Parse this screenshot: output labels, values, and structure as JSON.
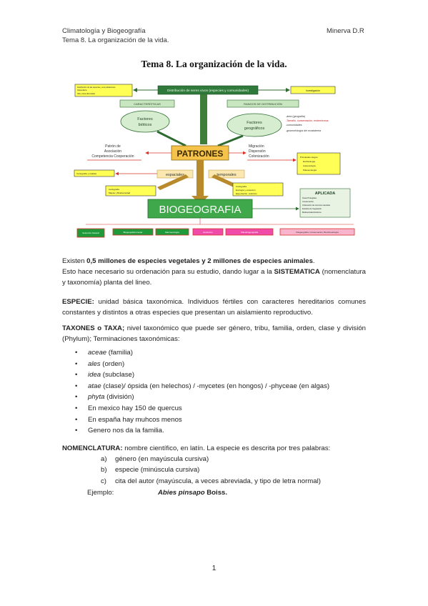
{
  "header": {
    "left_line1": "Climatología y Biogeografía",
    "left_line2": "Tema 8. La organización de la vida.",
    "right": "Minerva D.R"
  },
  "title": "Tema 8. La organización de la vida.",
  "diagram": {
    "top_left_box": [
      "Distribución de las especies y sus poblaciones",
      "Sistemática",
      "Alfa y beta diversidad"
    ],
    "top_center_box": "Distribución de seres vivos (especies y comunidades)",
    "top_right_box": "Investigación",
    "caracteristicas": "CARACTERÍSTICAS",
    "rangos": "RANGOS DE DISTRIBUCIÓN",
    "factores_bioticos": [
      "Factores",
      "bióticos"
    ],
    "factores_geograficos": [
      "Factores",
      "geográficos"
    ],
    "right_notes": [
      "-área (geografía)",
      "-Tamaño, conservación, endemismos",
      "-comunidades",
      "-geomorfología del ecosistema"
    ],
    "patrones": "PATRONES",
    "left_notes": [
      "Patrón de",
      "Asociación",
      "Competencia Cooperación"
    ],
    "migracion": [
      "Migración",
      "Dispersión",
      "Colonización"
    ],
    "yellow_right": [
      "Principales rasgos:",
      "Ecofisiología",
      "Autoecología",
      "Paleoecología"
    ],
    "espaciales": "espaciales",
    "temporales": "temporales",
    "left_small_box": "Cartografía y análisis",
    "left_yellow_sub": [
      "Cartografía",
      "Mapas y Biodiversidad"
    ],
    "right_yellow_sub": [
      "Cartografía",
      "Ecología y evolución",
      "Especiación, extinción"
    ],
    "biogeografia": "BIOGEOGRAFIA",
    "aplicada": {
      "title": "APLICADA",
      "items": [
        "Áreas Protegidas",
        "Conservación",
        "Ordenación de recursos naturales",
        "Estudios de Vegetación",
        "Biodiversidad Histórica"
      ]
    },
    "bottom_boxes": [
      "Selección Natural",
      "Biogeografía Insular",
      "Macroecología",
      "Evolución",
      "Paleobiogeografía",
      "Filogeografía, Conservación, Bioclimatología"
    ]
  },
  "para1": {
    "a": "Existen ",
    "b": "0,5 millones de especies vegetales y 2 millones de especies animales",
    "c": ".",
    "d": "Esto hace necesario su ordenación para su estudio, dando lugar a la ",
    "e": "SISTEMATICA",
    "f": " (nomenclatura y taxonomía) planta del lineo."
  },
  "especie": {
    "label": "ESPECIE:",
    "text": " unidad básica taxonómica. Individuos fértiles con caracteres hereditarios comunes constantes y distintos a otras especies que presentan un aislamiento reproductivo."
  },
  "taxones": {
    "label": "TAXONES o TAXA;",
    "text": " nivel taxonómico que puede ser género, tribu, familia, orden, clase y división (Phylum); Terminaciones taxonómicas:",
    "items": [
      {
        "term": "aceae",
        "rest": " (familia)"
      },
      {
        "term": "ales",
        "rest": " (orden)"
      },
      {
        "term": "idea",
        "rest": " (subclase)"
      },
      {
        "term": "atae",
        "rest": " (clase)/ ópsida (en helechos) / -mycetes (en hongos) / -phyceae (en algas)"
      },
      {
        "term": "phyta",
        "rest": " (división)"
      },
      {
        "term": "",
        "rest": "En mexico hay 150 de quercus"
      },
      {
        "term": "",
        "rest": "En españa hay muhcos menos"
      },
      {
        "term": "",
        "rest": "Genero nos da la familia."
      }
    ]
  },
  "nomenclatura": {
    "label": "NOMENCLATURA:",
    "text": " nombre científico, en latín. La especie es descrita por tres palabras:",
    "items": [
      {
        "mark": "a)",
        "text": "género (en mayúscula cursiva)"
      },
      {
        "mark": "b)",
        "text": "especie (minúscula cursiva)"
      },
      {
        "mark": "c)",
        "text": "cita del autor (mayúscula, a veces abreviada, y tipo de letra normal)"
      }
    ],
    "ejemplo_label": "Ejemplo:",
    "ejemplo_species": "Abies pinsapo",
    "ejemplo_author": " Boiss."
  },
  "page_number": "1"
}
